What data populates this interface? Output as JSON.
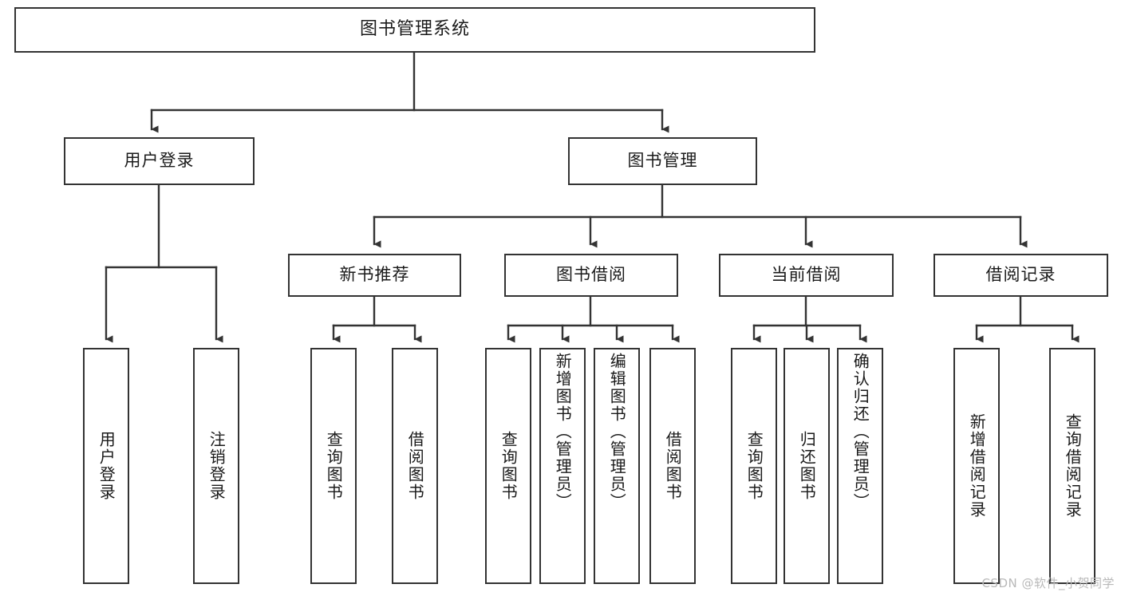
{
  "diagram": {
    "title": "图书管理系统",
    "type": "hierarchy-tree",
    "watermark": "CSDN @软件_小贺同学",
    "colors": {
      "border": "#333333",
      "background": "#ffffff",
      "text": "#1a1a1a",
      "watermark": "#b9b9b9"
    },
    "levels": {
      "root": [
        "图书管理系统"
      ],
      "level2": [
        "用户登录",
        "图书管理"
      ],
      "level3": [
        "新书推荐",
        "图书借阅",
        "当前借阅",
        "借阅记录"
      ],
      "leaves": [
        "用户登录",
        "注销登录",
        "查询图书",
        "借阅图书",
        "查询图书",
        "新增图书（管理员）",
        "编辑图书（管理员）",
        "借阅图书",
        "查询图书",
        "归还图书",
        "确认归还（管理员）",
        "新增借阅记录",
        "查询借阅记录"
      ]
    },
    "nodes": {
      "root": {
        "label": "图书管理系统"
      },
      "user_login": {
        "label": "用户登录"
      },
      "book_manage": {
        "label": "图书管理"
      },
      "new_book_rec": {
        "label": "新书推荐"
      },
      "book_borrow": {
        "label": "图书借阅"
      },
      "current_borrow": {
        "label": "当前借阅"
      },
      "borrow_record": {
        "label": "借阅记录"
      },
      "leaf_user_login": {
        "label": "用户登录"
      },
      "leaf_logout": {
        "label": "注销登录"
      },
      "leaf_query_book_1": {
        "label": "查询图书"
      },
      "leaf_borrow_book_1": {
        "label": "借阅图书"
      },
      "leaf_query_book_2": {
        "label": "查询图书"
      },
      "leaf_add_book": {
        "label": "新增图书（管理员）"
      },
      "leaf_edit_book": {
        "label": "编辑图书（管理员）"
      },
      "leaf_borrow_book_2": {
        "label": "借阅图书"
      },
      "leaf_query_book_3": {
        "label": "查询图书"
      },
      "leaf_return_book": {
        "label": "归还图书"
      },
      "leaf_confirm_return": {
        "label": "确认归还（管理员）"
      },
      "leaf_add_record": {
        "label": "新增借阅记录"
      },
      "leaf_query_record": {
        "label": "查询借阅记录"
      }
    }
  }
}
